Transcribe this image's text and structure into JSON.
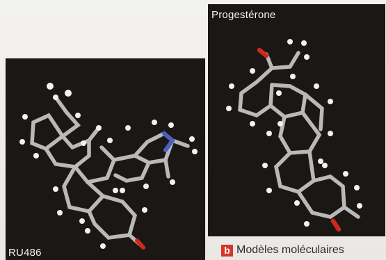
{
  "panels": {
    "ru486": {
      "label": "RU486"
    },
    "progesterone": {
      "label": "Progestérone"
    }
  },
  "caption": {
    "letter": "b",
    "text": "Modèles moléculaires"
  },
  "colors": {
    "panel_background": "#1b1714",
    "carbon_bond": "#b9b9b9",
    "hydrogen": "#f2f2f2",
    "oxygen": "#cc2a1e",
    "nitrogen": "#4a5fc0",
    "caption_badge": "#d8352a"
  }
}
